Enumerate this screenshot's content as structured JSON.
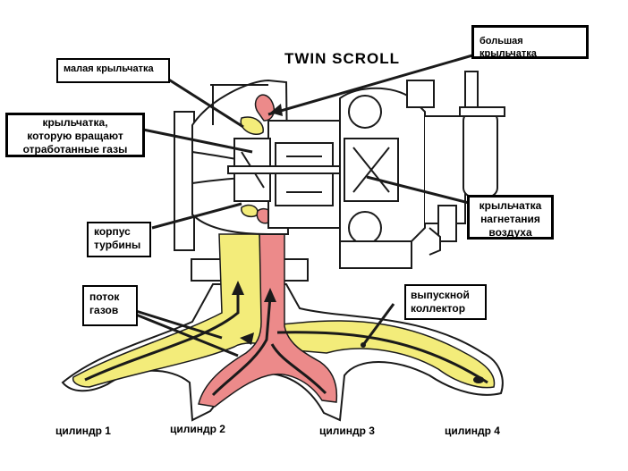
{
  "diagram": {
    "title": "TWIN SCROLL",
    "labels": {
      "small_impeller": "малая крыльчатка",
      "large_impeller": "большая крыльчатка",
      "exhaust_impeller": "крыльчатка,\nкоторую вращают\nотработанные газы",
      "turbine_housing": "корпус\nтурбины",
      "compressor_impeller": "крыльчатка\nнагнетания\nвоздуха",
      "gas_flow": "поток\nгазов",
      "exhaust_manifold": "выпускной\nколлектор"
    },
    "cylinders": [
      "цилиндр 1",
      "цилиндр 2",
      "цилиндр 3",
      "цилиндр 4"
    ],
    "colors": {
      "yellow_flow": "#f3ec7a",
      "red_flow": "#ec8a8a",
      "outline": "#1a1a1a"
    }
  }
}
